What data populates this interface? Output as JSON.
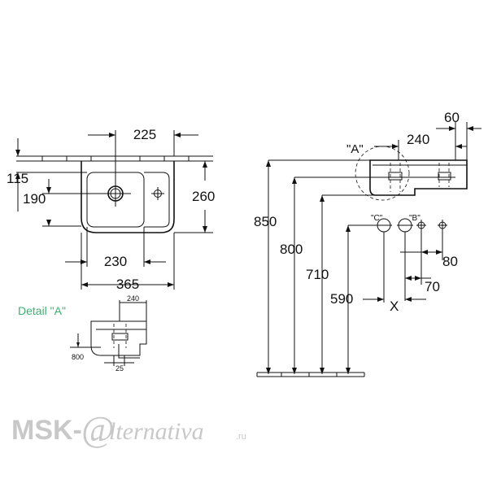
{
  "top_view": {
    "dims": {
      "width_inner": "225",
      "depth_front": "115",
      "depth_inner": "190",
      "depth_total": "260",
      "bowl_width": "230",
      "total_width": "365"
    }
  },
  "side_view": {
    "detail_marker": "\"A\"",
    "dims": {
      "d240": "240",
      "d60": "60",
      "h850": "850",
      "h800": "800",
      "h710": "710",
      "h590": "590",
      "d80": "80",
      "d70": "70"
    },
    "labels": {
      "c": "\"C\"",
      "b": "\"B\"",
      "x": "X"
    }
  },
  "detail_view": {
    "title": "Detail  \"A\"",
    "dims": {
      "d240": "240",
      "d800": "800",
      "d25": "25"
    }
  },
  "watermark": {
    "part1": "MSK-",
    "part2": "@",
    "part3": "lternativa",
    "suffix": ".ru"
  }
}
